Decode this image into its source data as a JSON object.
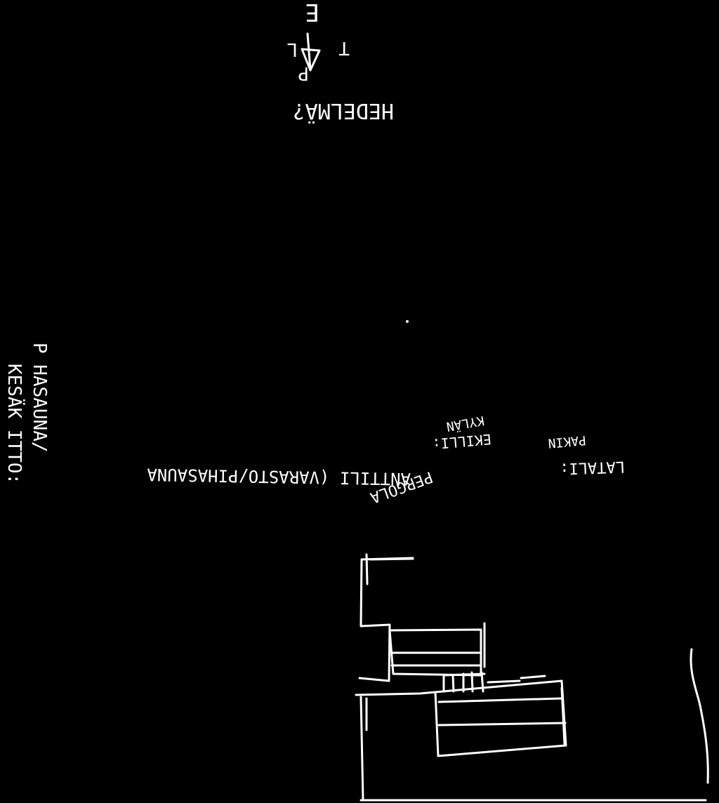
{
  "labels": {
    "north_arrow_letter": "E",
    "north_arrow_left": "L",
    "north_arrow_right": "T",
    "north_arrow_bottom": "P",
    "top_note": "HEDELMÄ?",
    "left_side_line1": "P HASAUNA/",
    "left_side_line2": "KESÄK ITTO:",
    "middle_line": "ANTTILI (VARASTO/PIHASAUNA",
    "pergola": "PERGOLA",
    "ekilli": "EKILLI:",
    "kylan": "KYLÄN",
    "right_note_1": "PAKIN",
    "right_note_2": "LATALI:"
  },
  "colors": {
    "background": "#000000",
    "ink": "#ffffff"
  }
}
